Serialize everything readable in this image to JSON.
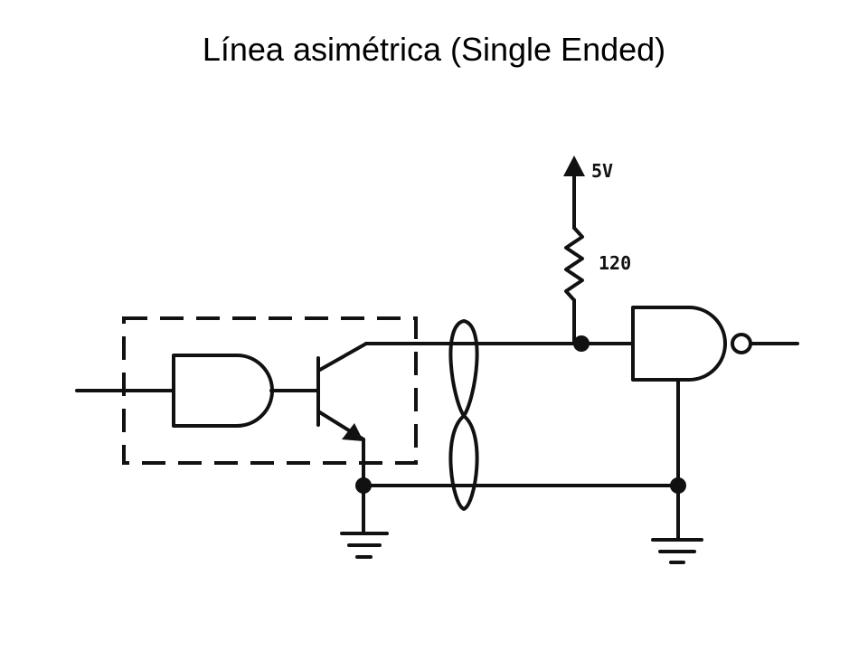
{
  "title": "Línea asimétrica (Single Ended)",
  "labels": {
    "supply": "5V",
    "resistor": "120"
  }
}
